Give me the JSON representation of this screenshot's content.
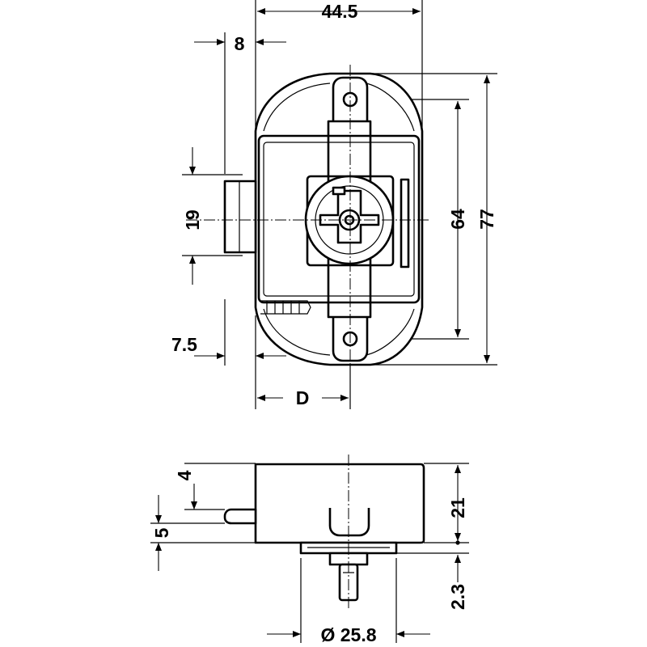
{
  "dimensions": {
    "width": "44.5",
    "offset_top": "8",
    "bolt_height": "19",
    "height_inner": "64",
    "height_total": "77",
    "offset_bottom": "7.5",
    "backset": "D",
    "side_top": "4",
    "side_bolt": "5",
    "side_height": "21",
    "side_pin": "2.3",
    "diameter": "Ø 25.8"
  }
}
